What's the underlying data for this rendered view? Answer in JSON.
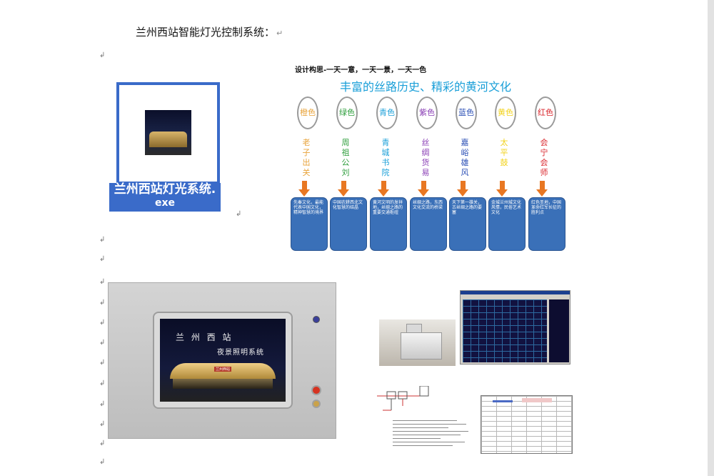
{
  "document": {
    "heading": "兰州西站智能灯光控制系统：",
    "pilcrow": "↵",
    "pilcrow_alt": "↲"
  },
  "exe": {
    "line1": "兰州西站灯光系统.",
    "line2": "exe",
    "icon": "exe-thumbnail-station-icon"
  },
  "concept": {
    "title": "设计构思-一天一意，一天一景，一天一色",
    "subtitle": "丰富的丝路历史、精彩的黄河文化",
    "columns": [
      {
        "color_name": "橙色",
        "theme": "老子出关",
        "color": "#e8a33a",
        "desc": "先秦文化，最能代表中国文化，精神智慧的境界"
      },
      {
        "color_name": "绿色",
        "theme": "周祖公刘",
        "color": "#2e9e3c",
        "desc": "中国农耕西北文化智慧的结晶"
      },
      {
        "color_name": "青色",
        "theme": "青城书院",
        "color": "#1a9fd8",
        "desc": "黄河文明的发祥地，丝绸之路的重要交通枢纽"
      },
      {
        "color_name": "紫色",
        "theme": "丝绸货易",
        "color": "#8a3fb5",
        "desc": "丝绸之路，东西文化交流的桥梁"
      },
      {
        "color_name": "蓝色",
        "theme": "嘉峪雄风",
        "color": "#2b4fb5",
        "desc": "天下第一雄关，古丝绸之路的要塞"
      },
      {
        "color_name": "黄色",
        "theme": "太平鼓",
        "color": "#f2d21a",
        "desc": "金城兰州城文化风情，民俗艺术文化"
      },
      {
        "color_name": "红色",
        "theme": "会宁会师",
        "color": "#d9262c",
        "desc": "红色圣地，中国革命红军长征的胜利点"
      }
    ]
  },
  "panel": {
    "line1": "兰 州 西 站",
    "line2": "夜景照明系统",
    "station_label": "兰州西站"
  }
}
